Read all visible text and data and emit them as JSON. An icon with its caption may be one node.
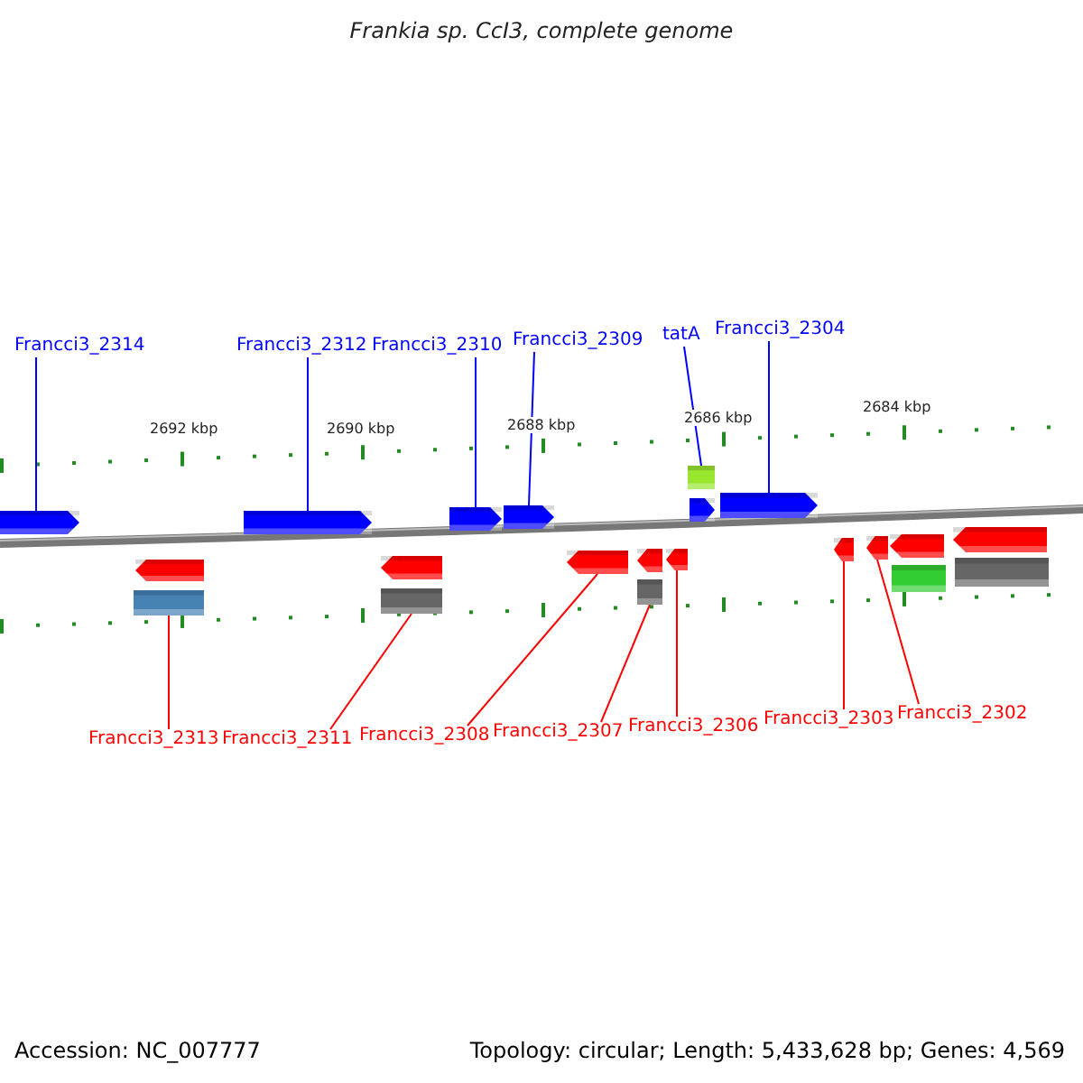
{
  "diagram": {
    "title": "Frankia sp. CcI3, complete genome",
    "nodes": [
      {
        "text": [
          "Francci3_2314"
        ]
      },
      {
        "text": [
          "Francci3_2312"
        ]
      },
      {
        "text": [
          "Francci3_2310"
        ]
      },
      {
        "text": [
          "Francci3_2309"
        ]
      },
      {
        "text": [
          "tatA"
        ]
      },
      {
        "text": [
          "Francci3_2304"
        ]
      },
      {
        "text": [],
        "shape": "arrow"
      },
      {
        "text": [],
        "shape": "arrow"
      },
      {
        "text": [],
        "shape": "arrow"
      },
      {
        "text": [],
        "shape": "arrow"
      },
      {
        "text": [],
        "shape": "box"
      },
      {
        "text": [],
        "shape": "arrow"
      },
      {
        "text": [],
        "shape": "arrow"
      },
      {
        "text": [],
        "shape": "arrow"
      },
      {
        "text": [],
        "shape": "box"
      },
      {
        "text": [],
        "shape": "arrow"
      },
      {
        "text": [],
        "shape": "box"
      },
      {
        "text": [],
        "shape": "arrow"
      },
      {
        "text": [],
        "shape": "arrow"
      },
      {
        "text": [],
        "shape": "box"
      },
      {
        "text": [],
        "shape": "arrow"
      },
      {
        "text": [],
        "shape": "arrow"
      },
      {
        "text": [],
        "shape": "arrow"
      },
      {
        "text": [],
        "shape": "arrow"
      },
      {
        "text": [],
        "shape": "box"
      },
      {
        "text": [],
        "shape": "arrow"
      },
      {
        "text": [],
        "shape": "box"
      },
      {
        "text": [
          "Francci3_2313"
        ]
      },
      {
        "text": [
          "Francci3_2311"
        ]
      },
      {
        "text": [
          "Francci3_2308"
        ]
      },
      {
        "text": [
          "Francci3_2307"
        ]
      },
      {
        "text": [
          "Francci3_2306"
        ]
      },
      {
        "text": [
          "Francci3_2303"
        ]
      },
      {
        "text": [
          "Francci3_2302"
        ]
      }
    ],
    "edges": [
      {
        "from": 0,
        "to": 6,
        "arrow": "none",
        "color": "#0000ff"
      },
      {
        "from": 1,
        "to": 7,
        "arrow": "none",
        "color": "#0000ff"
      },
      {
        "from": 2,
        "to": 8,
        "arrow": "none",
        "color": "#0000ff"
      },
      {
        "from": 3,
        "to": 9,
        "arrow": "none",
        "color": "#0000ff"
      },
      {
        "from": 4,
        "to": 10,
        "arrow": "none",
        "color": "#0000ff"
      },
      {
        "from": 5,
        "to": 12,
        "arrow": "none",
        "color": "#0000ff"
      },
      {
        "from": 27,
        "to": 14,
        "arrow": "none"
      },
      {
        "from": 28,
        "to": 16,
        "arrow": "none"
      },
      {
        "from": 29,
        "to": 17,
        "arrow": "none"
      },
      {
        "from": 30,
        "to": 19,
        "arrow": "none"
      },
      {
        "from": 31,
        "to": 20,
        "arrow": "none"
      },
      {
        "from": 32,
        "to": 21,
        "arrow": "none"
      },
      {
        "from": 33,
        "to": 22,
        "arrow": "none"
      }
    ],
    "labels": [
      "2692 kbp",
      "2690 kbp",
      "2688 kbp",
      "2686 kbp",
      "2684 kbp",
      "Accession: NC_007777",
      "Topology: circular; Length: 5,433,628 bp; Genes: 4,569"
    ]
  }
}
